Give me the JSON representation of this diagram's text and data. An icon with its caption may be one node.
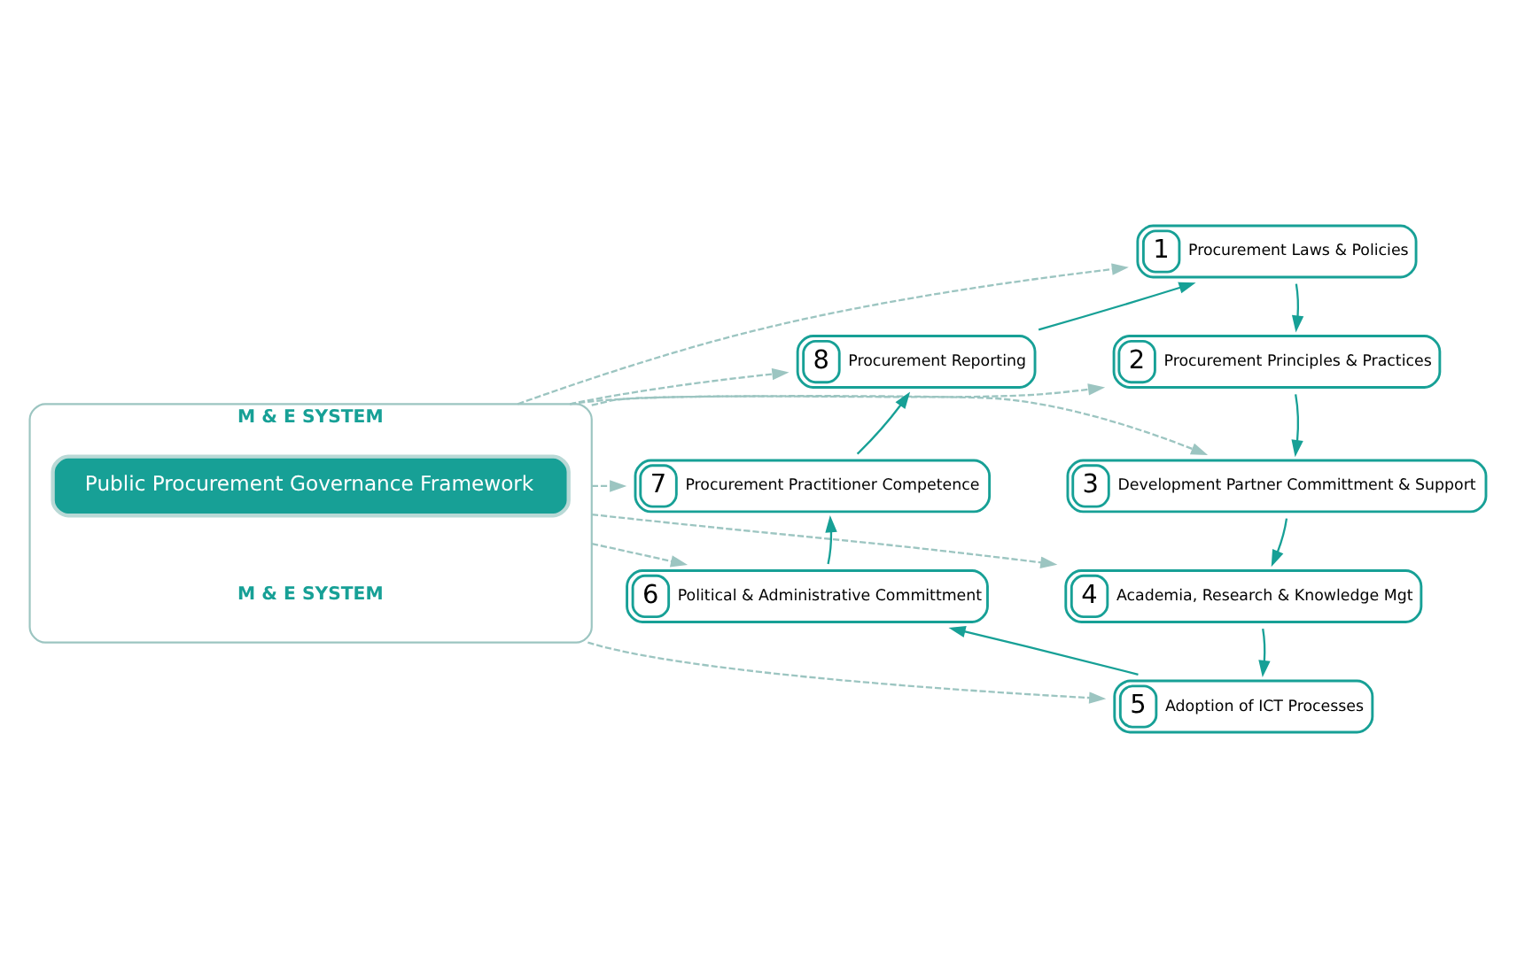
{
  "diagram": {
    "nodes": [
      {
        "text": [
          "M & E SYSTEM",
          "M & E SYSTEM"
        ]
      },
      {
        "text": [
          "Public Procurement Governance Framework"
        ],
        "in": 0
      },
      {
        "text": [
          "1",
          "Procurement Laws & Policies"
        ]
      },
      {
        "text": [
          "2",
          "Procurement Principles & Practices"
        ]
      },
      {
        "text": [
          "3",
          "Development Partner Committment & Support"
        ]
      },
      {
        "text": [
          "4",
          "Academia, Research & Knowledge Mgt"
        ]
      },
      {
        "text": [
          "5",
          "Adoption of ICT Processes"
        ]
      },
      {
        "text": [
          "6",
          "Political & Administrative Committment"
        ]
      },
      {
        "text": [
          "7",
          "Procurement Practitioner Competence"
        ]
      },
      {
        "text": [
          "8",
          "Procurement Reporting"
        ]
      }
    ],
    "edges": [
      {
        "from": 2,
        "to": 3,
        "arrow": "to"
      },
      {
        "from": 3,
        "to": 4,
        "arrow": "to"
      },
      {
        "from": 4,
        "to": 5,
        "arrow": "to"
      },
      {
        "from": 5,
        "to": 6,
        "arrow": "to"
      },
      {
        "from": 6,
        "to": 7,
        "arrow": "to"
      },
      {
        "from": 7,
        "to": 8,
        "arrow": "to"
      },
      {
        "from": 8,
        "to": 9,
        "arrow": "to"
      },
      {
        "from": 9,
        "to": 2,
        "arrow": "to"
      },
      {
        "from": 0,
        "to": 2,
        "arrow": "to",
        "style": "dashed",
        "color": "#9cc5c1"
      },
      {
        "from": 0,
        "to": 3,
        "arrow": "to",
        "style": "dashed",
        "color": "#9cc5c1"
      },
      {
        "from": 0,
        "to": 9,
        "arrow": "to",
        "style": "dashed",
        "color": "#9cc5c1"
      },
      {
        "from": 0,
        "to": 4,
        "arrow": "to",
        "style": "dashed",
        "color": "#9cc5c1"
      },
      {
        "from": 0,
        "to": 8,
        "arrow": "to",
        "style": "dashed",
        "color": "#9cc5c1"
      },
      {
        "from": 0,
        "to": 5,
        "arrow": "to",
        "style": "dashed",
        "color": "#9cc5c1"
      },
      {
        "from": 0,
        "to": 6,
        "arrow": "to",
        "style": "dashed",
        "color": "#9cc5c1"
      },
      {
        "from": 0,
        "to": 7,
        "arrow": "to",
        "style": "dashed",
        "color": "#9cc5c1"
      }
    ]
  }
}
